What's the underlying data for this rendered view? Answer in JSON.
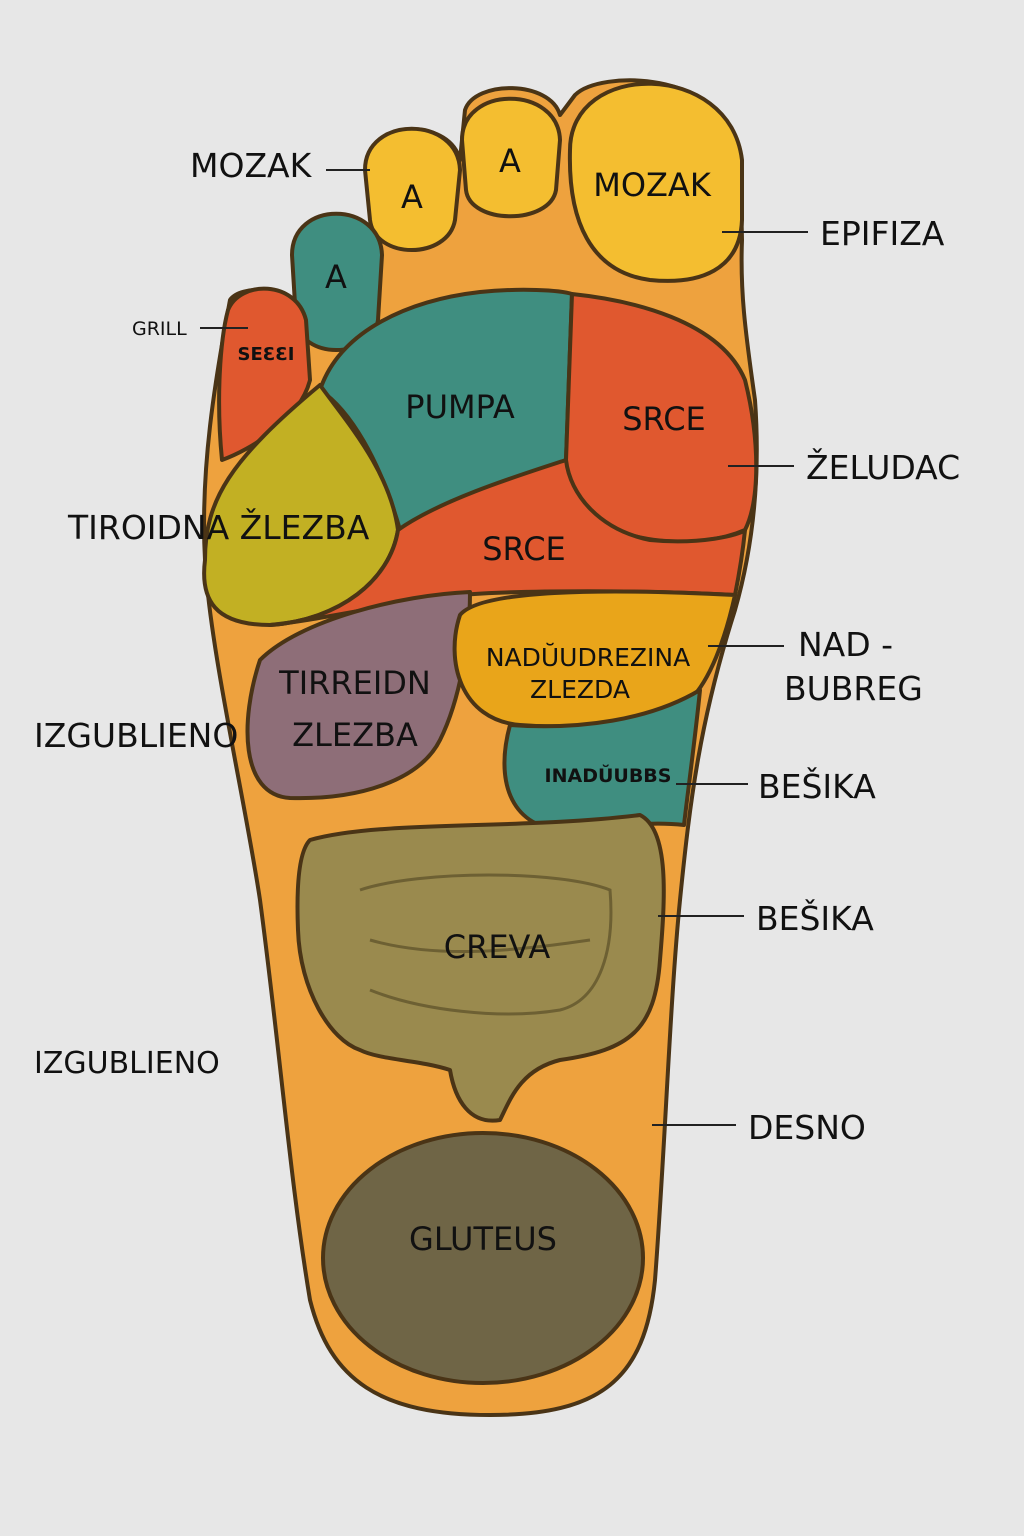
{
  "colors": {
    "background": "#e7e7e7",
    "foot_base": "#eea23e",
    "toe_yellow": "#f4be30",
    "teal": "#3f8e80",
    "red_orange": "#e0582f",
    "olive_yellow": "#c2b023",
    "mauve": "#8e6e78",
    "amber": "#e9a51a",
    "intestine": "#9a8a4e",
    "heel": "#6f6546",
    "outline": "#4a3416"
  },
  "zones": {
    "big_toe": "MOZAK",
    "toe_2": "A",
    "toe_3": "A",
    "toe_4": "A",
    "little_toe": "SEƐƐI",
    "pumpa": "PUMPA",
    "srce_upper": "SRCE",
    "srce_lower": "SRCE",
    "tiroidna": "TIROIDNA ŽLEZBA",
    "tirreidn_line1": "TIRREIDN",
    "tirreidn_line2": "ZLEZBA",
    "nadbudrezina_line1": "NADŬUDREZINA",
    "nadbudrezina_line2": "ZLEZDA",
    "inadbubbs": "INADŬUBBS",
    "creva": "CREVA",
    "gluteus": "GLUTEUS"
  },
  "callouts": {
    "left": [
      "MOZAK",
      "GRILL",
      "IZGUBLIENO",
      "IZGUBLIENO"
    ],
    "right": [
      "EPIFIZA",
      "ŽELUDAC",
      "NAD -",
      "BUBREG",
      "BEŠIKA",
      "BEŠIKA",
      "DESNO"
    ]
  }
}
